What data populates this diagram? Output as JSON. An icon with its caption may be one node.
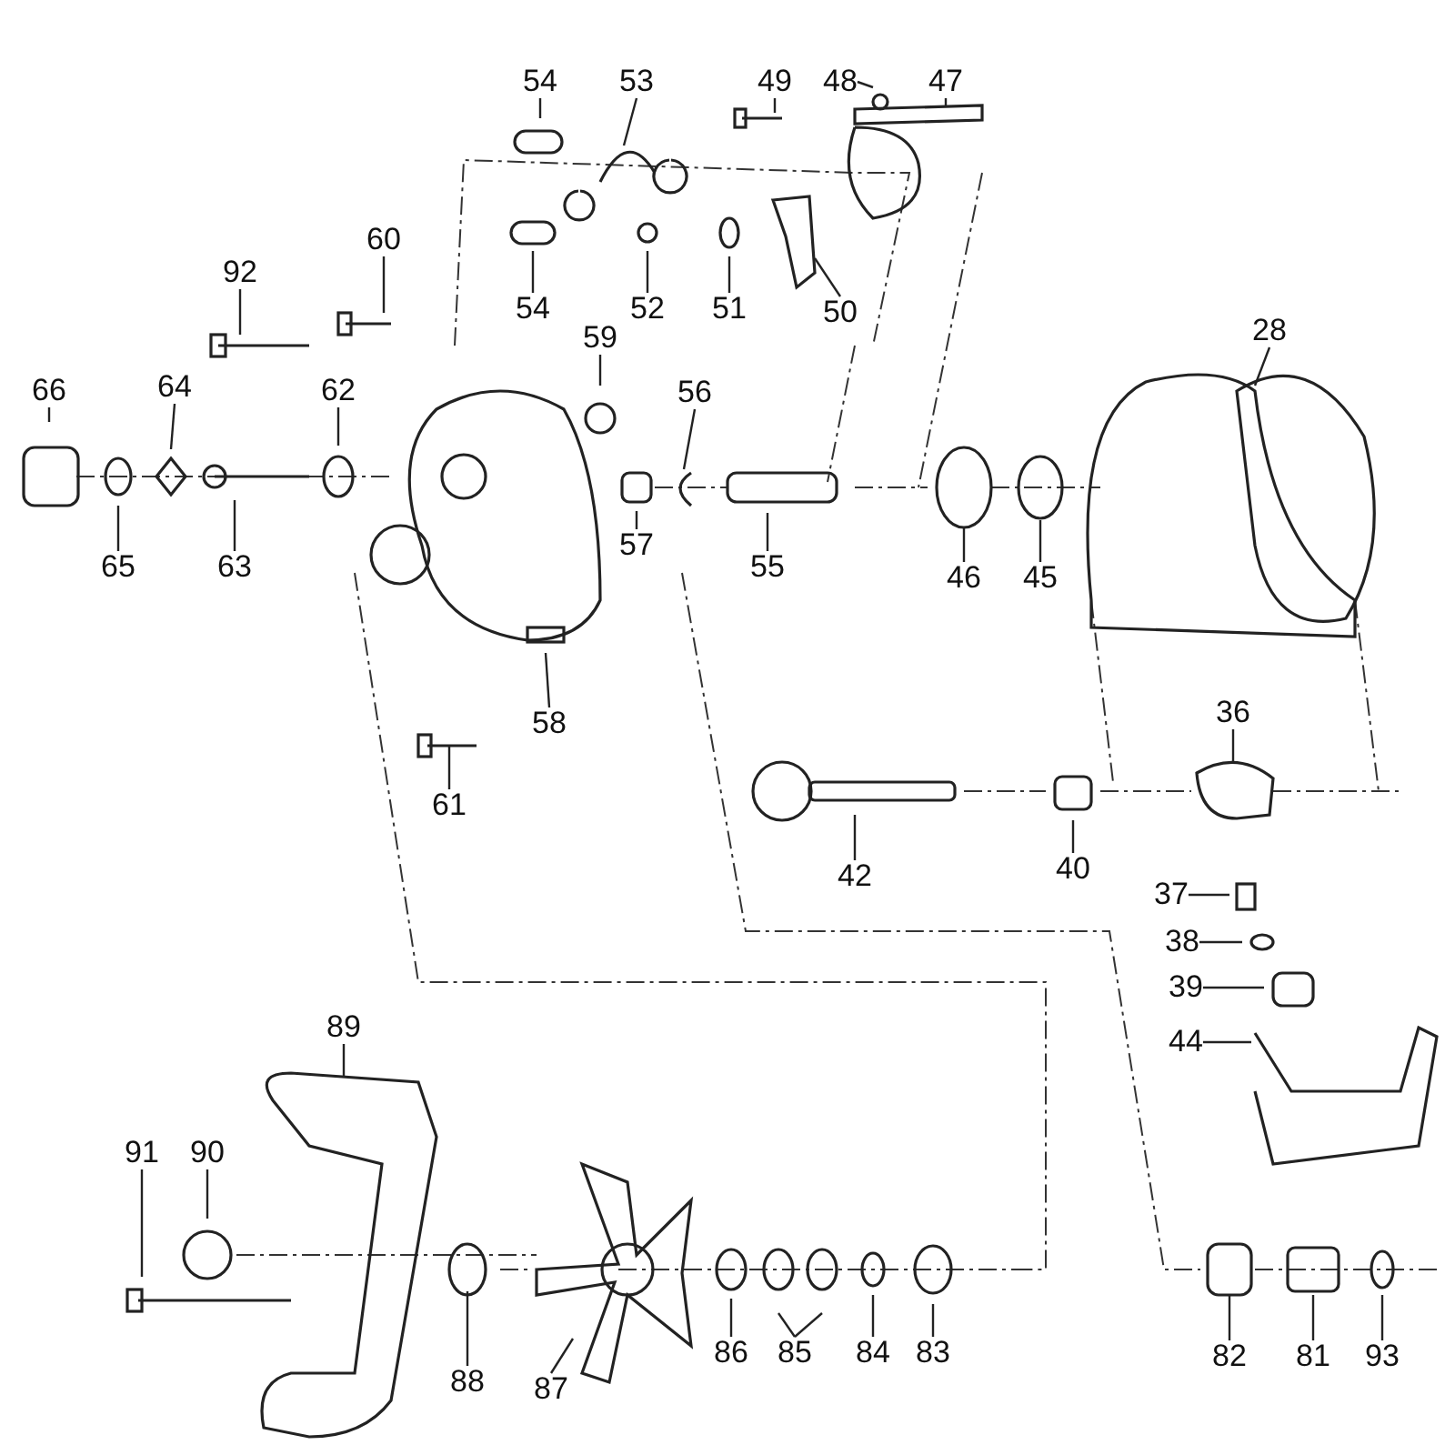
{
  "diagram": {
    "nodes": [
      {
        "text": [
          "54"
        ]
      },
      {
        "text": [
          "53"
        ]
      },
      {
        "text": [
          "49"
        ]
      },
      {
        "text": [
          "48"
        ]
      },
      {
        "text": [
          "47"
        ]
      },
      {
        "text": [
          "54"
        ]
      },
      {
        "text": [
          "52"
        ]
      },
      {
        "text": [
          "51"
        ]
      },
      {
        "text": [
          "50"
        ]
      },
      {
        "text": [
          "92"
        ]
      },
      {
        "text": [
          "60"
        ]
      },
      {
        "text": [
          "59"
        ]
      },
      {
        "text": [
          "57"
        ]
      },
      {
        "text": [
          "56"
        ]
      },
      {
        "text": [
          "28"
        ]
      },
      {
        "text": [
          "66"
        ]
      },
      {
        "text": [
          "64"
        ]
      },
      {
        "text": [
          "62"
        ]
      },
      {
        "text": [
          "65"
        ]
      },
      {
        "text": [
          "63"
        ]
      },
      {
        "text": [
          "55"
        ]
      },
      {
        "text": [
          "46"
        ]
      },
      {
        "text": [
          "45"
        ]
      },
      {
        "text": [
          "58"
        ]
      },
      {
        "text": [
          "61"
        ]
      },
      {
        "text": [
          "36"
        ]
      },
      {
        "text": [
          "42"
        ]
      },
      {
        "text": [
          "40"
        ]
      },
      {
        "text": [
          "37"
        ]
      },
      {
        "text": [
          "38"
        ]
      },
      {
        "text": [
          "39"
        ]
      },
      {
        "text": [
          "44"
        ]
      },
      {
        "text": [
          "89"
        ]
      },
      {
        "text": [
          "91"
        ]
      },
      {
        "text": [
          "90"
        ]
      },
      {
        "text": [
          "88"
        ]
      },
      {
        "text": [
          "87"
        ]
      },
      {
        "text": [
          "86"
        ]
      },
      {
        "text": [
          "85"
        ]
      },
      {
        "text": [
          "84"
        ]
      },
      {
        "text": [
          "83"
        ]
      },
      {
        "text": [
          "82"
        ]
      },
      {
        "text": [
          "81"
        ]
      },
      {
        "text": [
          "93"
        ]
      }
    ],
    "edges": [
      {
        "from": 0,
        "to": null,
        "arrow": "none"
      },
      {
        "from": 1,
        "to": null,
        "arrow": "none"
      },
      {
        "from": 2,
        "to": null,
        "arrow": "none"
      },
      {
        "from": 3,
        "to": null,
        "arrow": "none"
      },
      {
        "from": 4,
        "to": null,
        "arrow": "none"
      },
      {
        "from": 5,
        "to": null,
        "arrow": "none"
      },
      {
        "from": 6,
        "to": null,
        "arrow": "none"
      },
      {
        "from": 7,
        "to": null,
        "arrow": "none"
      },
      {
        "from": 8,
        "to": null,
        "arrow": "none"
      },
      {
        "from": 9,
        "to": null,
        "arrow": "none"
      },
      {
        "from": 10,
        "to": null,
        "arrow": "none"
      },
      {
        "from": 11,
        "to": null,
        "arrow": "none"
      },
      {
        "from": 12,
        "to": null,
        "arrow": "none"
      },
      {
        "from": 13,
        "to": null,
        "arrow": "none"
      },
      {
        "from": 14,
        "to": null,
        "arrow": "none"
      },
      {
        "from": 15,
        "to": null,
        "arrow": "none"
      },
      {
        "from": 16,
        "to": null,
        "arrow": "none"
      },
      {
        "from": 17,
        "to": null,
        "arrow": "none"
      },
      {
        "from": 18,
        "to": null,
        "arrow": "none"
      },
      {
        "from": 19,
        "to": null,
        "arrow": "none"
      },
      {
        "from": 20,
        "to": null,
        "arrow": "none"
      },
      {
        "from": 21,
        "to": null,
        "arrow": "none"
      },
      {
        "from": 22,
        "to": null,
        "arrow": "none"
      },
      {
        "from": 23,
        "to": null,
        "arrow": "none"
      },
      {
        "from": 24,
        "to": null,
        "arrow": "none"
      },
      {
        "from": 25,
        "to": null,
        "arrow": "none"
      },
      {
        "from": 26,
        "to": null,
        "arrow": "none"
      },
      {
        "from": 27,
        "to": null,
        "arrow": "none"
      },
      {
        "from": 28,
        "to": null,
        "arrow": "none"
      },
      {
        "from": 29,
        "to": null,
        "arrow": "none"
      },
      {
        "from": 30,
        "to": null,
        "arrow": "none"
      },
      {
        "from": 31,
        "to": null,
        "arrow": "none"
      },
      {
        "from": 32,
        "to": null,
        "arrow": "none"
      },
      {
        "from": 33,
        "to": null,
        "arrow": "none"
      },
      {
        "from": 34,
        "to": null,
        "arrow": "none"
      },
      {
        "from": 35,
        "to": null,
        "arrow": "none"
      },
      {
        "from": 36,
        "to": null,
        "arrow": "none"
      },
      {
        "from": 37,
        "to": null,
        "arrow": "none"
      },
      {
        "from": 38,
        "to": null,
        "arrow": "none"
      },
      {
        "from": 38,
        "to": null,
        "arrow": "none"
      },
      {
        "from": 39,
        "to": null,
        "arrow": "none"
      },
      {
        "from": 40,
        "to": null,
        "arrow": "none"
      },
      {
        "from": 41,
        "to": null,
        "arrow": "none"
      },
      {
        "from": 42,
        "to": null,
        "arrow": "none"
      },
      {
        "from": 43,
        "to": null,
        "arrow": "none"
      }
    ]
  }
}
